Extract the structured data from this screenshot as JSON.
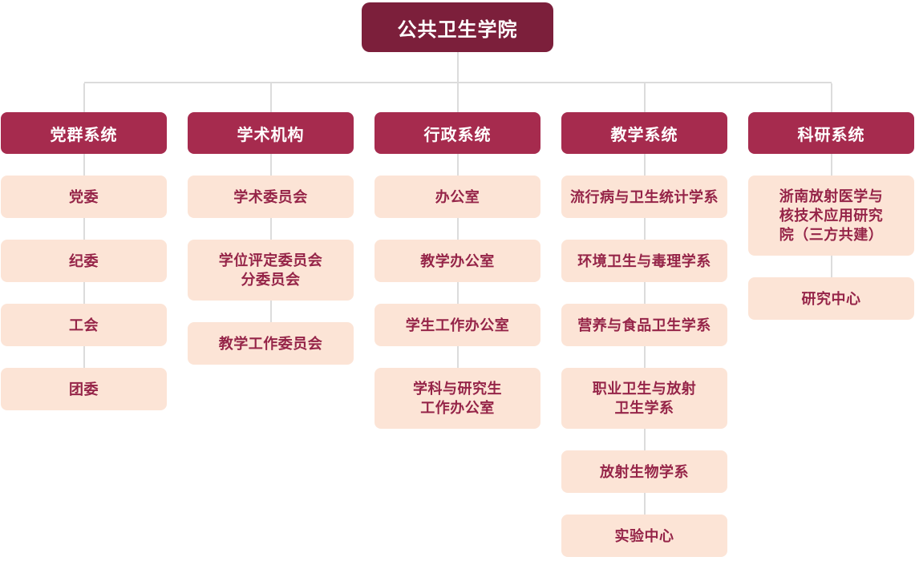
{
  "title": "公共卫生学院",
  "colors": {
    "root_bg": "#7c1f3b",
    "header_bg": "#a62b4e",
    "item_bg": "#fce4d6",
    "item_text": "#952448",
    "line_color": "#dcdcdc"
  },
  "columns": [
    {
      "header": "党群系统",
      "items": [
        "党委",
        "纪委",
        "工会",
        "团委"
      ]
    },
    {
      "header": "学术机构",
      "items": [
        "学术委员会",
        "学位评定委员会\n分委员会",
        "教学工作委员会"
      ]
    },
    {
      "header": "行政系统",
      "items": [
        "办公室",
        "教学办公室",
        "学生工作办公室",
        "学科与研究生\n工作办公室"
      ]
    },
    {
      "header": "教学系统",
      "items": [
        "流行病与卫生统计学系",
        "环境卫生与毒理学系",
        "营养与食品卫生学系",
        "职业卫生与放射\n卫生学系",
        "放射生物学系",
        "实验中心"
      ]
    },
    {
      "header": "科研系统",
      "items": [
        "浙南放射医学与\n核技术应用研究\n院（三方共建）",
        "研究中心"
      ]
    }
  ]
}
